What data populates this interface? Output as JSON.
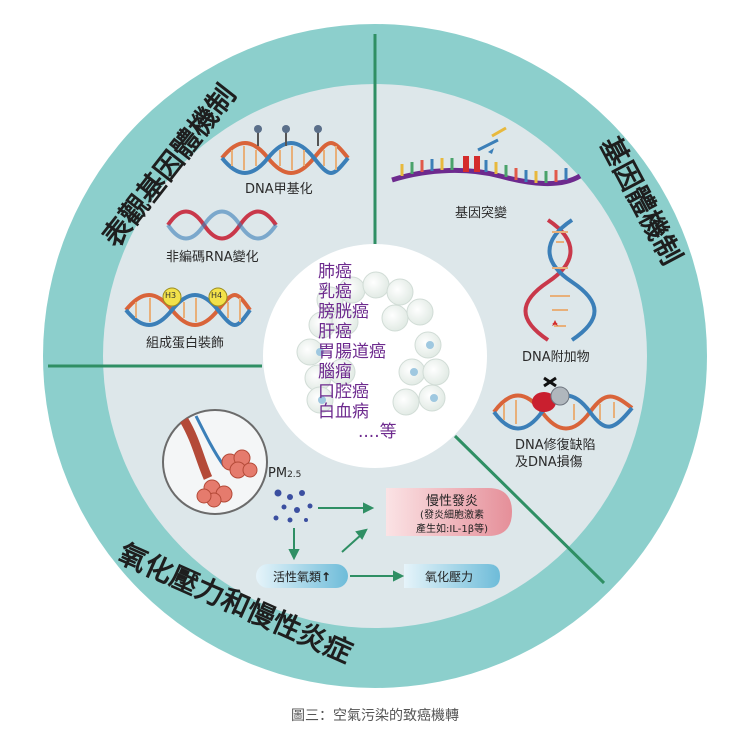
{
  "sectors": {
    "epigenetic": "表觀基因體機制",
    "genomic": "基因體機制",
    "oxidative": "氧化壓力和慢性炎症"
  },
  "epigenetic_items": {
    "dna_methylation": "DNA甲基化",
    "ncrna": "非編碼RNA變化",
    "histone": "組成蛋白裝飾",
    "h3": "H3",
    "h4": "H4"
  },
  "genomic_items": {
    "mutation": "基因突變",
    "adduct": "DNA附加物",
    "repair_line1": "DNA修復缺陷",
    "repair_line2": "及DNA損傷"
  },
  "cancers": [
    "肺癌",
    "乳癌",
    "膀胱癌",
    "肝癌",
    "胃腸道癌",
    "腦瘤",
    "口腔癌",
    "白血病",
    "....等"
  ],
  "oxidative_items": {
    "pm_base": "PM",
    "pm_sub": "2.5",
    "inflammation_title": "慢性發炎",
    "inflammation_line2": "(發炎細胞激素",
    "inflammation_line3": "產生如:IL-1β等)",
    "ros": "活性氧類",
    "ros_arrow": "↑",
    "oxidative_stress": "氧化壓力"
  },
  "caption": "圖三：空氣污染的致癌機轉",
  "colors": {
    "ring": "#8ccfcc",
    "inner": "#dde7ea",
    "divider": "#2f8f64",
    "cancer_text": "#6d2a8e",
    "pink_pill": "#e79aa2",
    "blue_pill": "#7fc4de"
  }
}
